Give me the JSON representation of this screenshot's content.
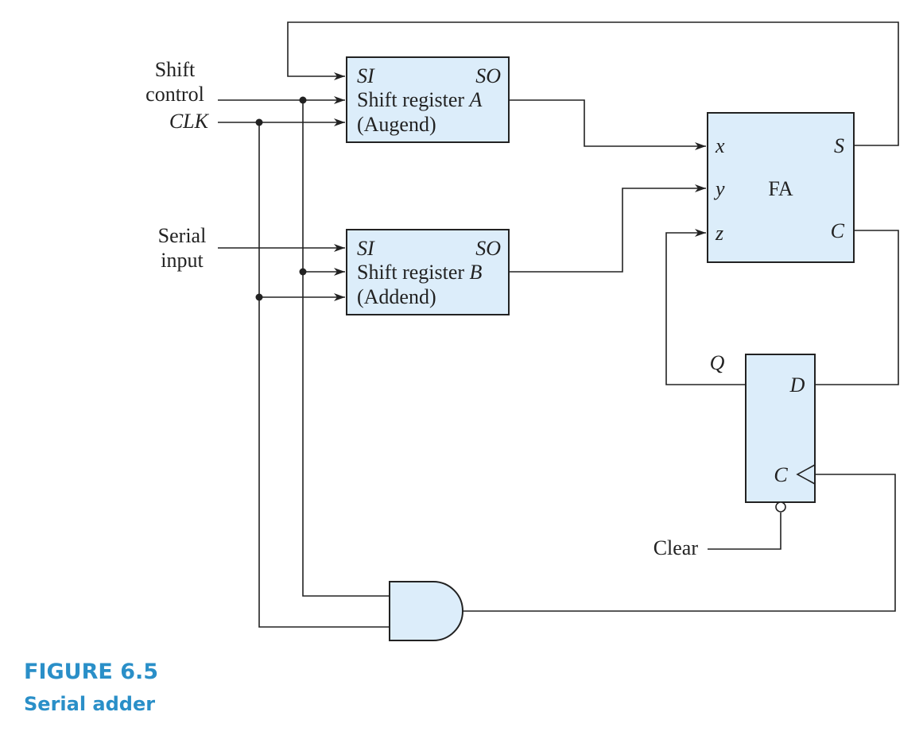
{
  "colors": {
    "block_fill": "#dcedfa",
    "line": "#222222",
    "caption": "#2a8fc8"
  },
  "inputs": {
    "shift_control_line1": "Shift",
    "shift_control_line2": "control",
    "clk": "CLK",
    "serial_input_line1": "Serial",
    "serial_input_line2": "input",
    "clear": "Clear"
  },
  "register_a": {
    "si": "SI",
    "so": "SO",
    "name_prefix": "Shift register ",
    "name_letter": "A",
    "role": "(Augend)"
  },
  "register_b": {
    "si": "SI",
    "so": "SO",
    "name_prefix": "Shift register ",
    "name_letter": "B",
    "role": "(Addend)"
  },
  "full_adder": {
    "name": "FA",
    "x": "x",
    "y": "y",
    "z": "z",
    "s": "S",
    "c": "C"
  },
  "flip_flop": {
    "q": "Q",
    "d": "D",
    "c": "C"
  },
  "caption": {
    "number": "FIGURE 6.5",
    "title": "Serial adder"
  }
}
